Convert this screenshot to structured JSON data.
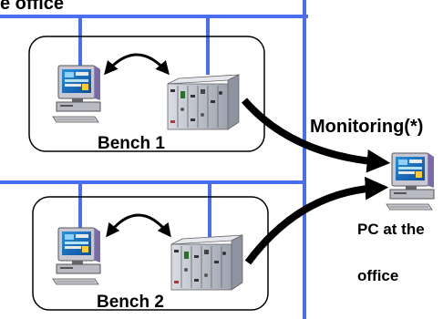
{
  "labels": {
    "top_title": "e office",
    "bench1": "Bench  1",
    "bench2": "Bench  2",
    "monitoring": "Monitoring(*)",
    "pc_line1": "PC at the",
    "pc_line2": "office"
  },
  "colors": {
    "network": "#4a6ef0",
    "arrow": "#000000",
    "bench_border": "#000000"
  },
  "icons": [
    "desktop-computer-icon",
    "instrument-rack-icon"
  ]
}
